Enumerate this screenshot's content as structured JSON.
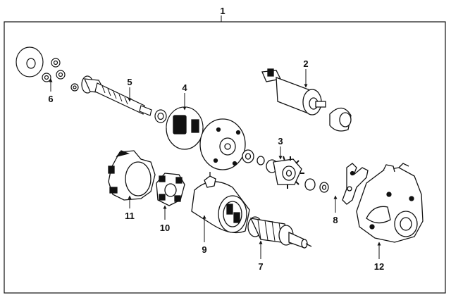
{
  "diagram": {
    "labels": [
      {
        "id": "1",
        "text": "1"
      },
      {
        "id": "2",
        "text": "2"
      },
      {
        "id": "3",
        "text": "3"
      },
      {
        "id": "4",
        "text": "4"
      },
      {
        "id": "5",
        "text": "5"
      },
      {
        "id": "6",
        "text": "6"
      },
      {
        "id": "7",
        "text": "7"
      },
      {
        "id": "8",
        "text": "8"
      },
      {
        "id": "9",
        "text": "9"
      },
      {
        "id": "10",
        "text": "10"
      },
      {
        "id": "11",
        "text": "11"
      },
      {
        "id": "12",
        "text": "12"
      }
    ],
    "colors": {
      "ink": "#111111",
      "paper": "#ffffff"
    }
  }
}
